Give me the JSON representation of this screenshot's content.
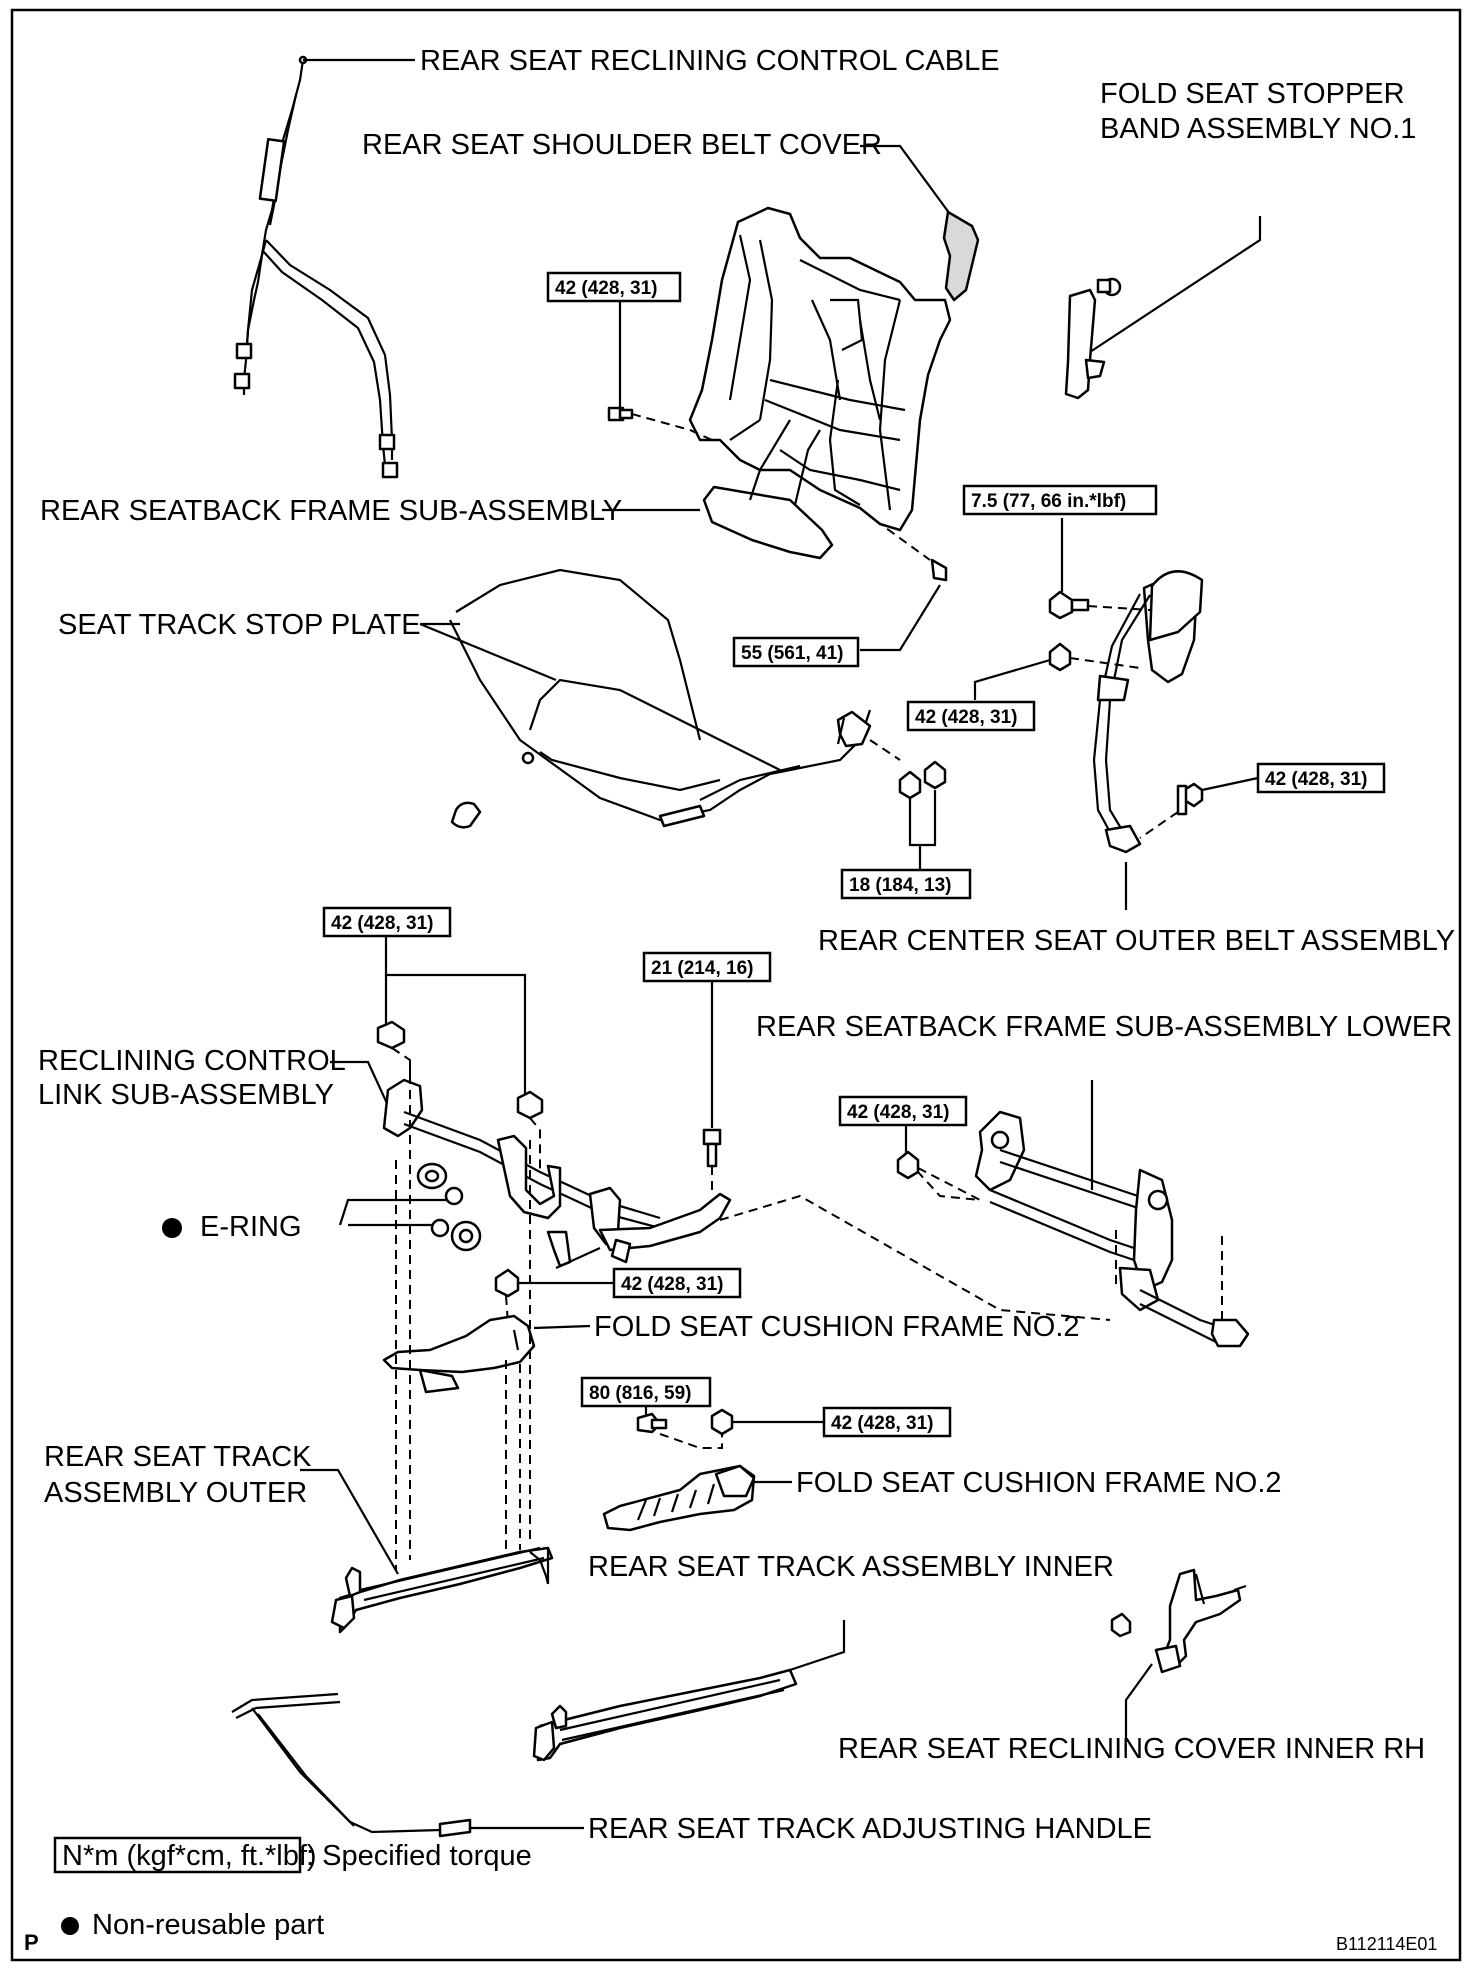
{
  "labels": {
    "reclining_cable": "REAR SEAT RECLINING CONTROL CABLE",
    "shoulder_belt_cover": "REAR SEAT SHOULDER BELT COVER",
    "stopper_band_1": "FOLD SEAT STOPPER",
    "stopper_band_2": "BAND ASSEMBLY NO.1",
    "seatback_frame": "REAR SEATBACK FRAME SUB-ASSEMBLY",
    "stop_plate": "SEAT TRACK STOP PLATE",
    "center_belt": "REAR CENTER SEAT OUTER BELT ASSEMBLY",
    "seatback_lower": "REAR SEATBACK FRAME SUB-ASSEMBLY LOWER",
    "link_1": "RECLINING CONTROL",
    "link_2": "LINK SUB-ASSEMBLY",
    "e_ring": "E-RING",
    "cushion_frame_a": "FOLD SEAT CUSHION FRAME NO.2",
    "cushion_frame_b": "FOLD SEAT CUSHION FRAME NO.2",
    "track_outer_1": "REAR SEAT TRACK",
    "track_outer_2": "ASSEMBLY OUTER",
    "track_inner": "REAR SEAT TRACK ASSEMBLY INNER",
    "cover_inner": "REAR SEAT RECLINING COVER INNER RH",
    "adjust_handle": "REAR SEAT TRACK ADJUSTING HANDLE"
  },
  "torques": {
    "seatback_left": "42 (428, 31)",
    "seatback_right": "55 (561, 41)",
    "belt_top": "7.5 (77, 66 in.*lbf)",
    "belt_mid": "42 (428, 31)",
    "belt_bottom": "42 (428, 31)",
    "stop_plate_nuts": "18 (184, 13)",
    "link_nuts": "42 (428, 31)",
    "link_bolt": "21 (214, 16)",
    "lower_frame": "42 (428, 31)",
    "cushion_nut": "42 (428, 31)",
    "inner_bolt": "80 (816, 59)",
    "inner_nut": "42 (428, 31)"
  },
  "legend": {
    "torque_box": "N*m (kgf*cm, ft.*lbf)",
    "torque_text": ": Specified torque",
    "nonreusable_text": "Non-reusable part"
  },
  "footer": {
    "page_letter": "P",
    "code": "B112114E01"
  }
}
